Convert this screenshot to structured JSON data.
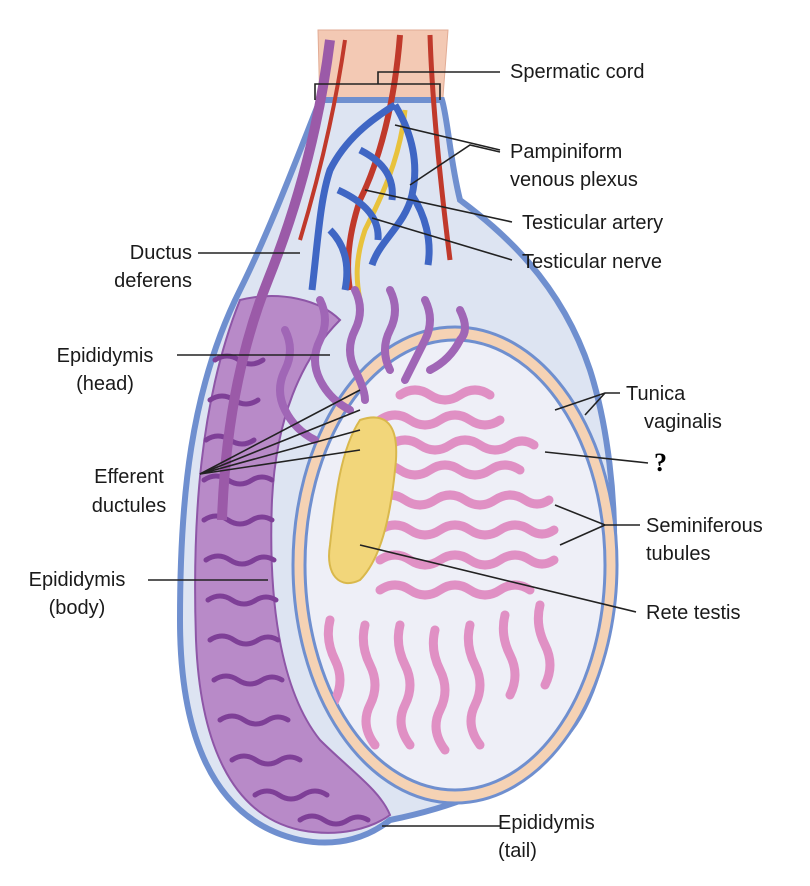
{
  "labels": {
    "spermatic_cord": "Spermatic cord",
    "pampiniform_line1": "Pampiniform",
    "pampiniform_line2": "venous plexus",
    "testicular_artery": "Testicular artery",
    "testicular_nerve": "Testicular nerve",
    "ductus_line1": "Ductus",
    "ductus_line2": "deferens",
    "epi_head_line1": "Epididymis",
    "epi_head_line2": "(head)",
    "tunica_line1": "Tunica",
    "tunica_line2": "vaginalis",
    "unknown": "?",
    "efferent_line1": "Efferent",
    "efferent_line2": "ductules",
    "seminiferous_line1": "Seminiferous",
    "seminiferous_line2": "tubules",
    "epi_body_line1": "Epididymis",
    "epi_body_line2": "(body)",
    "rete_testis": "Rete testis",
    "epi_tail_line1": "Epididymis",
    "epi_tail_line2": "(tail)"
  },
  "colors": {
    "tunica_blue": "#6f8fcf",
    "tunica_fill": "#dde4f2",
    "albuginea_peach": "#f5d2b4",
    "epididymis_purple": "#a066b6",
    "tubule_pink": "#e090c4",
    "rete_yellow": "#f2d67a",
    "artery_red": "#c0392b",
    "vein_blue": "#3f66c4",
    "nerve_yellow": "#e8c23c"
  }
}
